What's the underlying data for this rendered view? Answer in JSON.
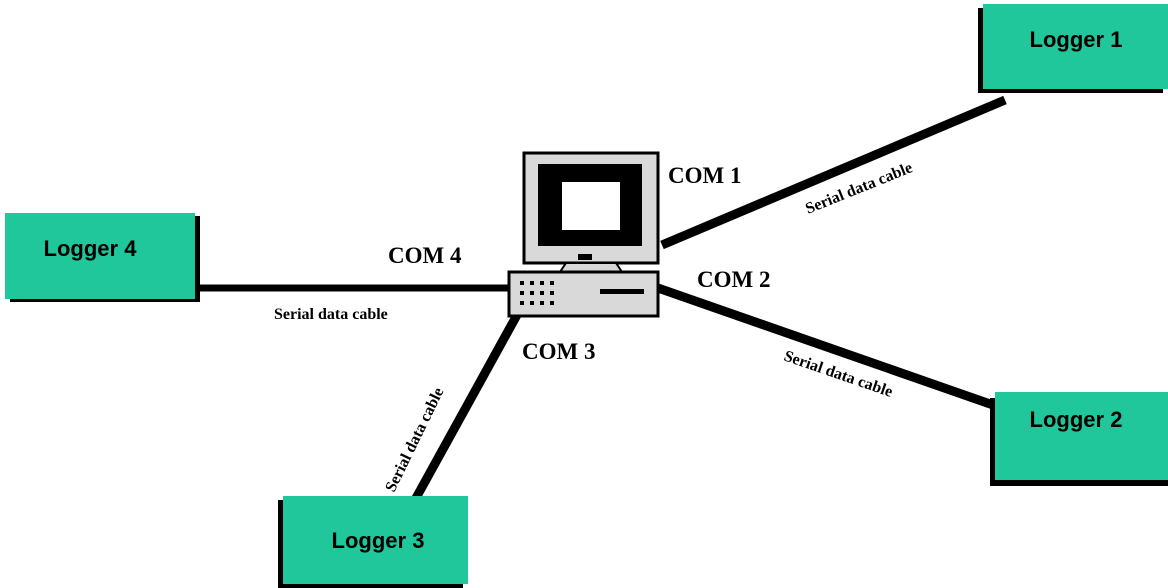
{
  "colors": {
    "logger_fill": "#1fc79a",
    "shadow": "#000000",
    "cable": "#000000",
    "computer_body": "#d9d9d9",
    "screen": "#ffffff"
  },
  "computer": {
    "icon": "desktop-computer-icon"
  },
  "loggers": [
    {
      "label": "Logger 1"
    },
    {
      "label": "Logger 2"
    },
    {
      "label": "Logger 3"
    },
    {
      "label": "Logger 4"
    }
  ],
  "ports": [
    {
      "label": "COM 1"
    },
    {
      "label": "COM 2"
    },
    {
      "label": "COM 3"
    },
    {
      "label": "COM 4"
    }
  ],
  "cables": [
    {
      "label": "Serial data cable"
    },
    {
      "label": "Serial data cable"
    },
    {
      "label": "Serial data cable"
    },
    {
      "label": "Serial data cable"
    }
  ]
}
